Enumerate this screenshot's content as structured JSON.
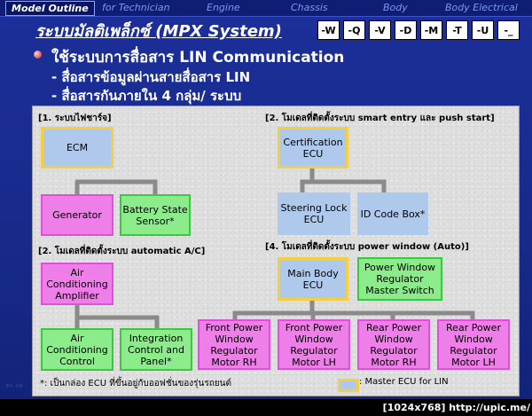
{
  "nav": {
    "items": [
      "Model Outline",
      "for Technician",
      "Engine",
      "Chassis",
      "Body",
      "Body Electrical"
    ],
    "active_index": 0
  },
  "header": {
    "title": "ระบบมัลติเพล็กซ์ (MPX System)",
    "codes": [
      "-W",
      "-Q",
      "-V",
      "-D",
      "-M",
      "-T",
      "-U",
      "-_"
    ]
  },
  "bullets": {
    "main": "ใช้ระบบการสื่อสาร  LIN Communication",
    "sub1": "- สื่อสารข้อมูลผ่านสายสื่อสาร LIN",
    "sub2": "- สื่อสารกันภายใน 4 กลุ่ม/ ระบบ"
  },
  "diagram": {
    "section1": {
      "label": "[1. ระบบไฟชาร์จ]",
      "master": "ECM",
      "slaves": [
        "Generator",
        "Battery State Sensor*"
      ]
    },
    "section2a": {
      "label": "[2. โมเดลที่ติดตั้งระบบ smart entry และ push start]",
      "master": "Certification ECU",
      "slaves": [
        "Steering Lock ECU",
        "ID Code Box*"
      ]
    },
    "section2b": {
      "label": "[2. โมเดลที่ติดตั้งระบบ automatic A/C]",
      "master": "Air Conditioning Amplifier",
      "slaves": [
        "Air Conditioning Control",
        "Integration Control and Panel*"
      ]
    },
    "section4": {
      "label": "[4. โมเดลที่ติดตั้งระบบ power window (Auto)]",
      "master": "Main Body ECU",
      "master_switch": "Power Window Regulator Master Switch",
      "slaves": [
        "Front Power Window Regulator Motor RH",
        "Front Power Window Regulator Motor LH",
        "Rear Power Window Regulator Motor RH",
        "Rear Power Window Regulator Motor LH"
      ]
    },
    "footnote": "*: เป็นกล่อง ECU ที่ขึ้นอยู่กับออฟชั่นของรุ่นรถยนต์",
    "legend": ": Master ECU for LIN"
  },
  "watermark": "[1024x768] http://upic.me/",
  "colors": {
    "background": "#1c2f9a",
    "master_border": "#f4cf40",
    "ecu_fill": "#aec9ec",
    "pink_fill": "#ee7ee8",
    "green_fill": "#8cec8c"
  }
}
